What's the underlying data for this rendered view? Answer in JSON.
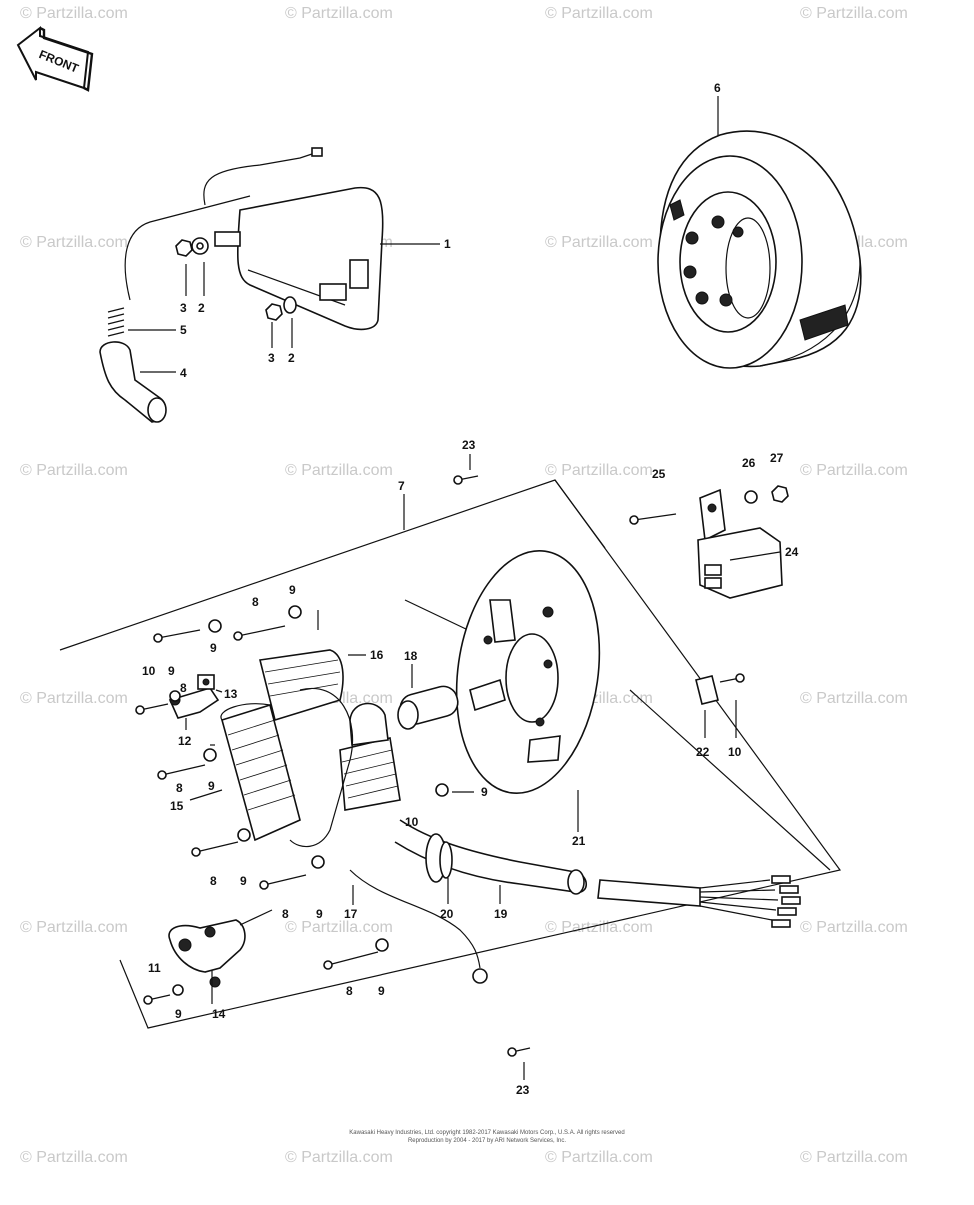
{
  "front_badge": "FRONT",
  "watermark_text": "© Partzilla.com",
  "callouts": [
    {
      "id": "c1",
      "text": "1"
    },
    {
      "id": "c2a",
      "text": "2"
    },
    {
      "id": "c2b",
      "text": "2"
    },
    {
      "id": "c3a",
      "text": "3"
    },
    {
      "id": "c3b",
      "text": "3"
    },
    {
      "id": "c4",
      "text": "4"
    },
    {
      "id": "c5",
      "text": "5"
    },
    {
      "id": "c6",
      "text": "6"
    },
    {
      "id": "c7",
      "text": "7"
    },
    {
      "id": "c8a",
      "text": "8"
    },
    {
      "id": "c8b",
      "text": "8"
    },
    {
      "id": "c8c",
      "text": "8"
    },
    {
      "id": "c8d",
      "text": "8"
    },
    {
      "id": "c8e",
      "text": "8"
    },
    {
      "id": "c8f",
      "text": "8"
    },
    {
      "id": "c9a",
      "text": "9"
    },
    {
      "id": "c9b",
      "text": "9"
    },
    {
      "id": "c9c",
      "text": "9"
    },
    {
      "id": "c9d",
      "text": "9"
    },
    {
      "id": "c9e",
      "text": "9"
    },
    {
      "id": "c9f",
      "text": "9"
    },
    {
      "id": "c9g",
      "text": "9"
    },
    {
      "id": "c9h",
      "text": "9"
    },
    {
      "id": "c9i",
      "text": "9"
    },
    {
      "id": "c10a",
      "text": "10"
    },
    {
      "id": "c10b",
      "text": "10"
    },
    {
      "id": "c10c",
      "text": "10"
    },
    {
      "id": "c11",
      "text": "11"
    },
    {
      "id": "c12",
      "text": "12"
    },
    {
      "id": "c13",
      "text": "13"
    },
    {
      "id": "c14",
      "text": "14"
    },
    {
      "id": "c15",
      "text": "15"
    },
    {
      "id": "c16",
      "text": "16"
    },
    {
      "id": "c17",
      "text": "17"
    },
    {
      "id": "c18",
      "text": "18"
    },
    {
      "id": "c19",
      "text": "19"
    },
    {
      "id": "c20",
      "text": "20"
    },
    {
      "id": "c21",
      "text": "21"
    },
    {
      "id": "c22",
      "text": "22"
    },
    {
      "id": "c23a",
      "text": "23"
    },
    {
      "id": "c23b",
      "text": "23"
    },
    {
      "id": "c24",
      "text": "24"
    },
    {
      "id": "c25",
      "text": "25"
    },
    {
      "id": "c26",
      "text": "26"
    },
    {
      "id": "c27",
      "text": "27"
    }
  ],
  "footer_line1": "Kawasaki Heavy Industries, Ltd. copyright 1982-2017 Kawasaki Motors Corp., U.S.A. All rights reserved",
  "footer_line2": "Reproduction by 2004 - 2017 by ARI Network Services, Inc."
}
